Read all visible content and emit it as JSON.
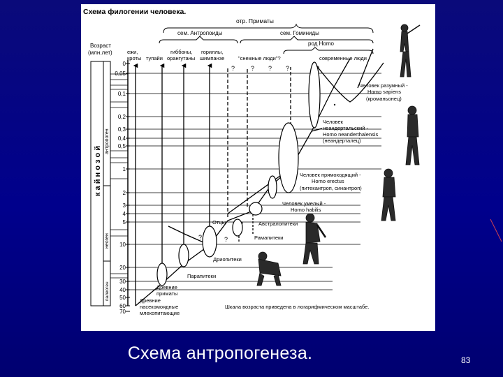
{
  "diagram": {
    "title": "Схема филогении человека.",
    "order_label": "отр. Приматы",
    "family_anthropoids": "сем. Антропоиды",
    "family_hominids": "сем. Гоминиды",
    "genus_homo": "род Homo",
    "age_label_line1": "Возраст",
    "age_label_line2": "(млн.лет)",
    "era_label": "к а й н о з о й",
    "period_anthropogen": "антропоген",
    "period_neogen": "неоген",
    "period_paleogen": "палеоген",
    "age_ticks": [
      "0",
      "0,05",
      "0,1",
      "0,2",
      "0,3",
      "0,4",
      "0,5",
      "1",
      "2",
      "3",
      "4",
      "5",
      "10",
      "20",
      "30",
      "40",
      "50",
      "60",
      "70"
    ],
    "group_hedgehogs_l1": "ежи,",
    "group_hedgehogs_l2": "кроты",
    "group_tupaia": "тупайи",
    "group_gibbons_l1": "гиббоны,",
    "group_gibbons_l2": "орангутаны",
    "group_gorillas_l1": "гориллы,",
    "group_gorillas_l2": "шимпанзе",
    "group_snowmen": "\"снежные люди\"?",
    "group_modern": "современные люди",
    "question_mark": "?",
    "species_sapiens_l1": "Человек разумный -",
    "species_sapiens_l2": "Homo sapiens",
    "species_sapiens_l3": "(кроманьонец)",
    "species_neander_l1": "Человек",
    "species_neander_l2": "неандертальский -",
    "species_neander_l3": "Homo neanderthalensis",
    "species_neander_l4": "(неандерталец)",
    "species_erectus_l1": "Человек прямоходящий -",
    "species_erectus_l2": "Homo erectus",
    "species_erectus_l3": "(питекантроп, синантроп)",
    "species_habilis_l1": "Человек умелый -",
    "species_habilis_l2": "Homo habilis",
    "label_australopithecus": "Австралопитеки",
    "label_ramapithecus": "Рамапитеки",
    "label_dryopithecus": "Дриопитеки",
    "label_parapithecus": "Парапитеки",
    "label_ancient_primates_l1": "Древние",
    "label_ancient_primates_l2": "приматы",
    "label_insectivores_l1": "Древние",
    "label_insectivores_l2": "насекомоядные",
    "label_insectivores_l3": "млекопитающие",
    "label_otsy": "Отцы",
    "scale_note": "Шкала возраста приведена в логарифмическом масштабе."
  },
  "caption": "Схема антропогенеза.",
  "page_number": "83"
}
